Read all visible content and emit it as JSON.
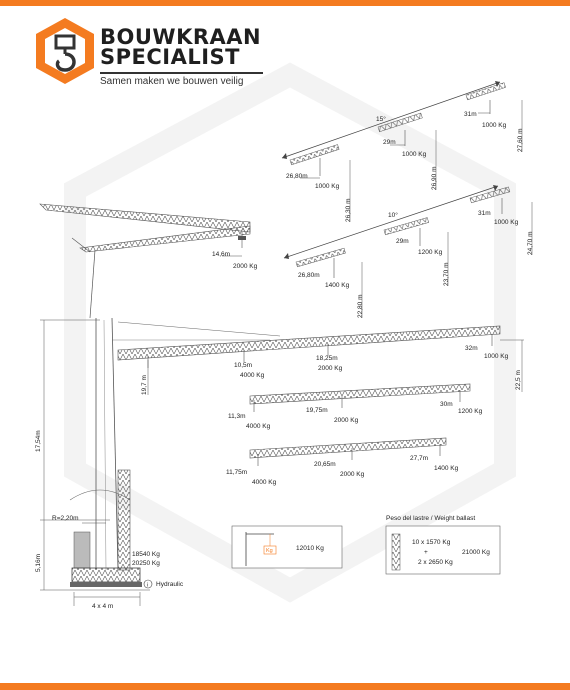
{
  "brand": {
    "name_line1": "BOUWKRAAN",
    "name_line2": "SPECIALIST",
    "tagline": "Samen maken we bouwen veilig",
    "accent_color": "#f47b20",
    "logo_icon": "crane-hook-icon"
  },
  "diagram": {
    "upper_set": {
      "angle": "15°",
      "radius_1": "26,80m",
      "load_1": "1000 Kg",
      "radius_2": "29m",
      "load_2": "1000 Kg",
      "radius_3": "31m",
      "load_3": "1000 Kg",
      "height_1": "26,30 m",
      "height_2": "26,90 m",
      "height_3": "27,60 m"
    },
    "mid_set": {
      "angle": "10°",
      "radius_1": "26,80m",
      "load_1": "1400 Kg",
      "radius_2": "29m",
      "load_2": "1200 Kg",
      "radius_3": "31m",
      "load_3": "1000 Kg",
      "height_1": "22,80 m",
      "height_2": "23,70 m",
      "height_3": "24,70 m"
    },
    "folded_jib": {
      "radius": "14,6m",
      "load": "2000 Kg"
    },
    "jib_1": {
      "r1": "10,5m",
      "l1": "4000 Kg",
      "r2": "18,25m",
      "l2": "2000 Kg",
      "r3": "32m",
      "l3": "1000 Kg",
      "hook_height": "19,7 m",
      "tip_height": "22,5 m"
    },
    "jib_2": {
      "r1": "11,3m",
      "l1": "4000 Kg",
      "r2": "19,75m",
      "l2": "2000 Kg",
      "r3": "30m",
      "l3": "1200 Kg"
    },
    "jib_3": {
      "r1": "11,75m",
      "l1": "4000 Kg",
      "r2": "20,65m",
      "l2": "2000 Kg",
      "r3": "27,7m",
      "l3": "1400 Kg"
    },
    "tower": {
      "height": "17,54m",
      "base_height": "5,16m",
      "slew_radius": "R=2,20m",
      "base_size": "4 x 4 m",
      "weight_1": "18540 Kg",
      "weight_2": "20250 Kg",
      "hydraulic_label": "Hydraulic",
      "hydraulic_icon": "info-circle-icon"
    },
    "inset": {
      "weight": "12010 Kg",
      "kg_tag": "Kg"
    },
    "ballast": {
      "title": "Peso del lastre / Weight ballast",
      "line1": "10 x 1570 Kg",
      "plus": "+",
      "line2": "2 x 2650 Kg",
      "total": "21000 Kg"
    }
  }
}
